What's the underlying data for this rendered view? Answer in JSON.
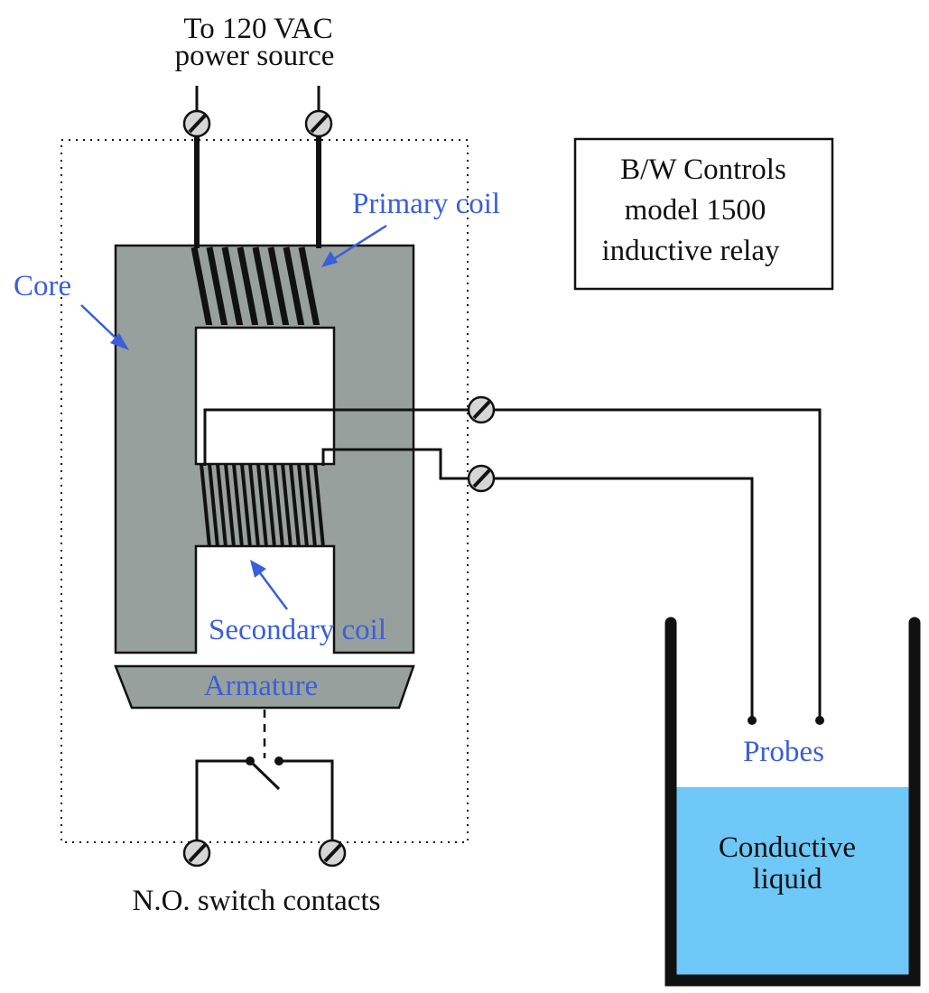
{
  "labels": {
    "power_source_line1": "To 120 VAC",
    "power_source_line2": "power source",
    "primary_coil": "Primary coil",
    "core": "Core",
    "secondary_coil": "Secondary coil",
    "armature": "Armature",
    "switch_contacts": "N.O. switch contacts",
    "probes": "Probes",
    "liquid_line1": "Conductive",
    "liquid_line2": "liquid"
  },
  "title_box": {
    "line1": "B/W Controls",
    "line2": "model 1500",
    "line3": "inductive relay"
  },
  "colors": {
    "label_blue": "#3a5fd9",
    "core_gray": "#98a09e",
    "liquid_blue": "#6ec8f8",
    "terminal_gray": "#d6d6d6"
  }
}
